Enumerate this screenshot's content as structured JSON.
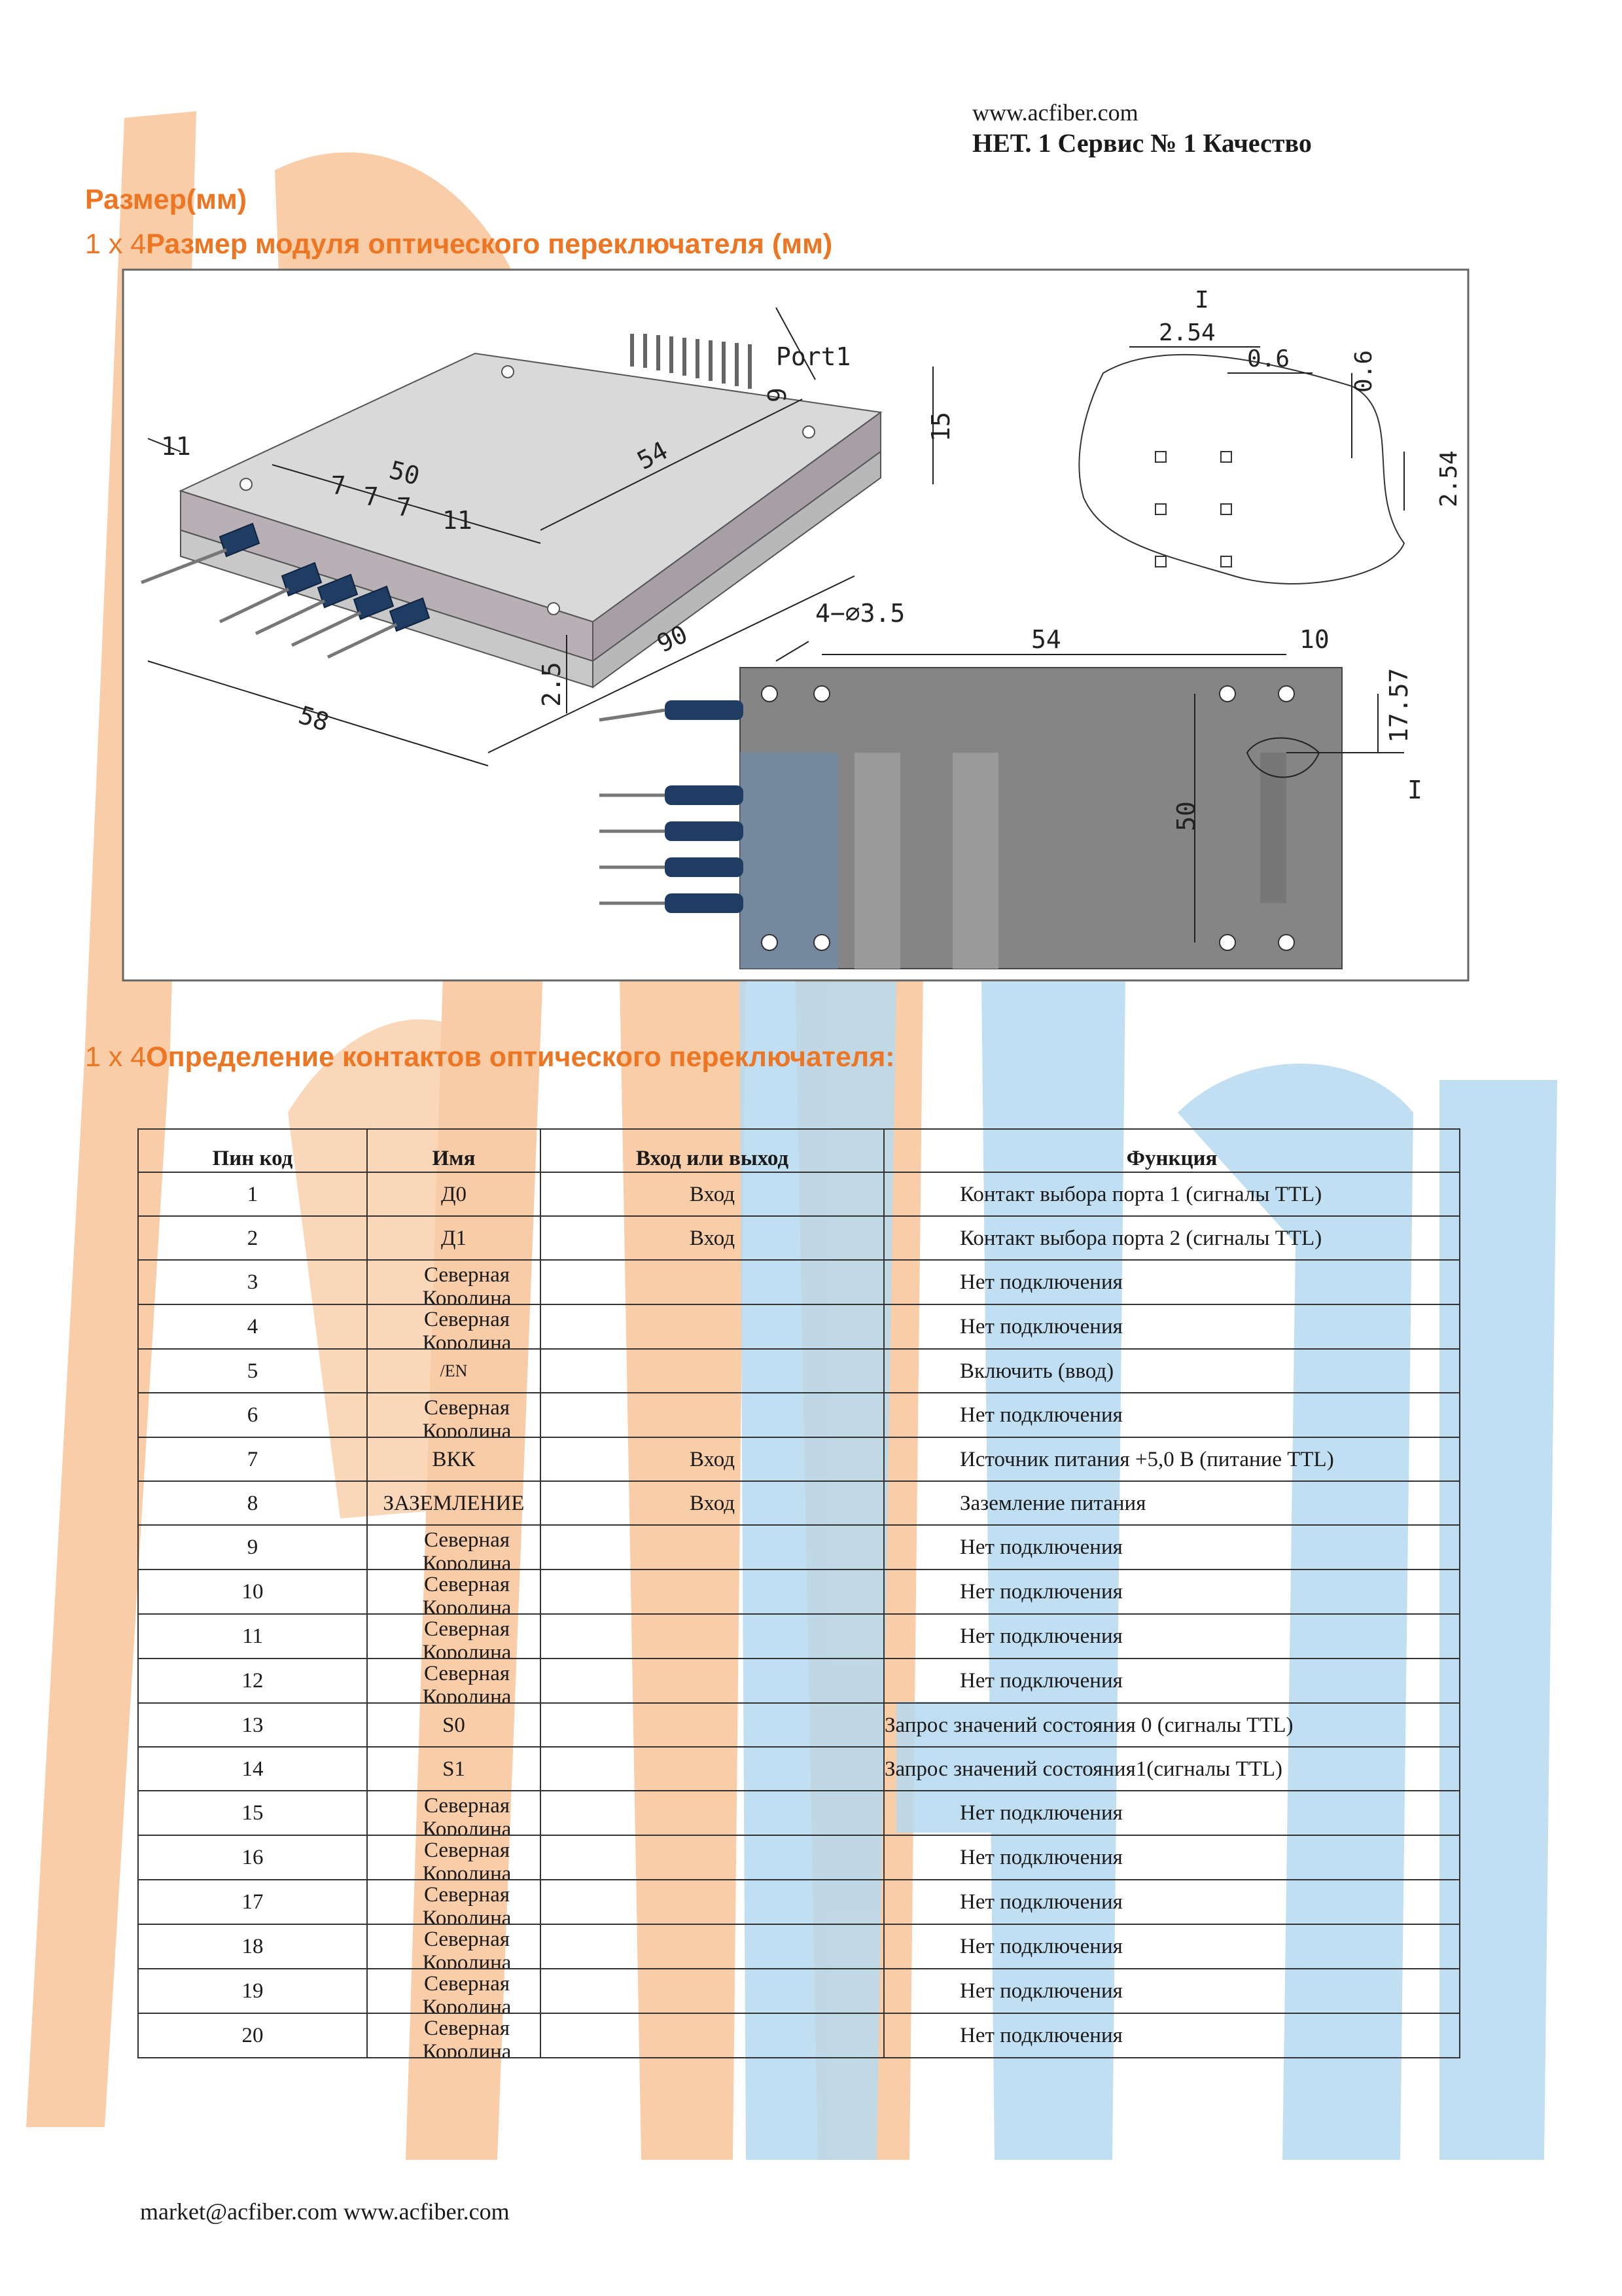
{
  "header": {
    "url": "www.acfiber.com",
    "tagline": "НЕТ. 1 Сервис № 1 Качество"
  },
  "section_size": {
    "title": "Размер(мм)",
    "subtitle_prefix": "1 x 4",
    "subtitle": "Размер модуля оптического переключателя (мм)"
  },
  "drawing": {
    "labels": {
      "port1": "Port1",
      "d11a": "11",
      "d50": "50",
      "d54": "54",
      "d7a": "7",
      "d7b": "7",
      "d7c": "7",
      "d11b": "11",
      "d9": "9",
      "d15": "15",
      "d25": "2.5",
      "d90": "90",
      "d58": "58",
      "holes": "4−∅3.5",
      "d54b": "54",
      "d10": "10",
      "d1757": "17.57",
      "d50b": "50",
      "detailI": "I",
      "detailI2": "I",
      "d254": "2.54",
      "d06a": "0.6",
      "d06b": "0.6",
      "d254b": "2.54"
    }
  },
  "section_pins": {
    "title_prefix": "1 x 4",
    "title": "Определение контактов оптического переключателя:"
  },
  "table": {
    "headers": [
      "Пин код",
      "Имя",
      "Вход или выход",
      "Функция"
    ],
    "rows": [
      {
        "pin": "1",
        "name": "Д0",
        "io": "Вход",
        "fn": "Контакт выбора порта 1 (сигналы TTL)"
      },
      {
        "pin": "2",
        "name": "Д1",
        "io": "Вход",
        "fn": "Контакт выбора порта 2 (сигналы TTL)"
      },
      {
        "pin": "3",
        "name": "Северная Королина",
        "io": "",
        "fn": "Нет подключения"
      },
      {
        "pin": "4",
        "name": "Северная Королина",
        "io": "",
        "fn": "Нет подключения"
      },
      {
        "pin": "5",
        "name": "/EN",
        "io": "",
        "fn": "Включить (ввод)"
      },
      {
        "pin": "6",
        "name": "Северная Королина",
        "io": "",
        "fn": "Нет подключения"
      },
      {
        "pin": "7",
        "name": "ВКК",
        "io": "Вход",
        "fn": "Источник питания +5,0 В (питание TTL)"
      },
      {
        "pin": "8",
        "name": "ЗАЗЕМЛЕНИЕ",
        "io": "Вход",
        "fn": "Заземление питания"
      },
      {
        "pin": "9",
        "name": "Северная Королина",
        "io": "",
        "fn": "Нет подключения"
      },
      {
        "pin": "10",
        "name": "Северная Королина",
        "io": "",
        "fn": "Нет подключения"
      },
      {
        "pin": "11",
        "name": "Северная Королина",
        "io": "",
        "fn": "Нет подключения"
      },
      {
        "pin": "12",
        "name": "Северная Королина",
        "io": "",
        "fn": "Нет подключения"
      },
      {
        "pin": "13",
        "name": "S0",
        "io": "",
        "fn": "Запрос значений состояния 0 (сигналы TTL)"
      },
      {
        "pin": "14",
        "name": "S1",
        "io": "",
        "fn": "Запрос значений состояния1(сигналы TTL)"
      },
      {
        "pin": "15",
        "name": "Северная Королина",
        "io": "",
        "fn": "Нет подключения"
      },
      {
        "pin": "16",
        "name": "Северная Королина",
        "io": "",
        "fn": "Нет подключения"
      },
      {
        "pin": "17",
        "name": "Северная Королина",
        "io": "",
        "fn": "Нет подключения"
      },
      {
        "pin": "18",
        "name": "Северная Королина",
        "io": "",
        "fn": "Нет подключения"
      },
      {
        "pin": "19",
        "name": "Северная Королина",
        "io": "",
        "fn": "Нет подключения"
      },
      {
        "pin": "20",
        "name": "Северная Королина",
        "io": "",
        "fn": "Нет подключения"
      }
    ]
  },
  "footer": {
    "text": "market@acfiber.com www.acfiber.com"
  },
  "colors": {
    "accent_orange": "#ee7522",
    "watermark_orange": "#f9c49a",
    "watermark_blue": "#b6d9f0"
  }
}
